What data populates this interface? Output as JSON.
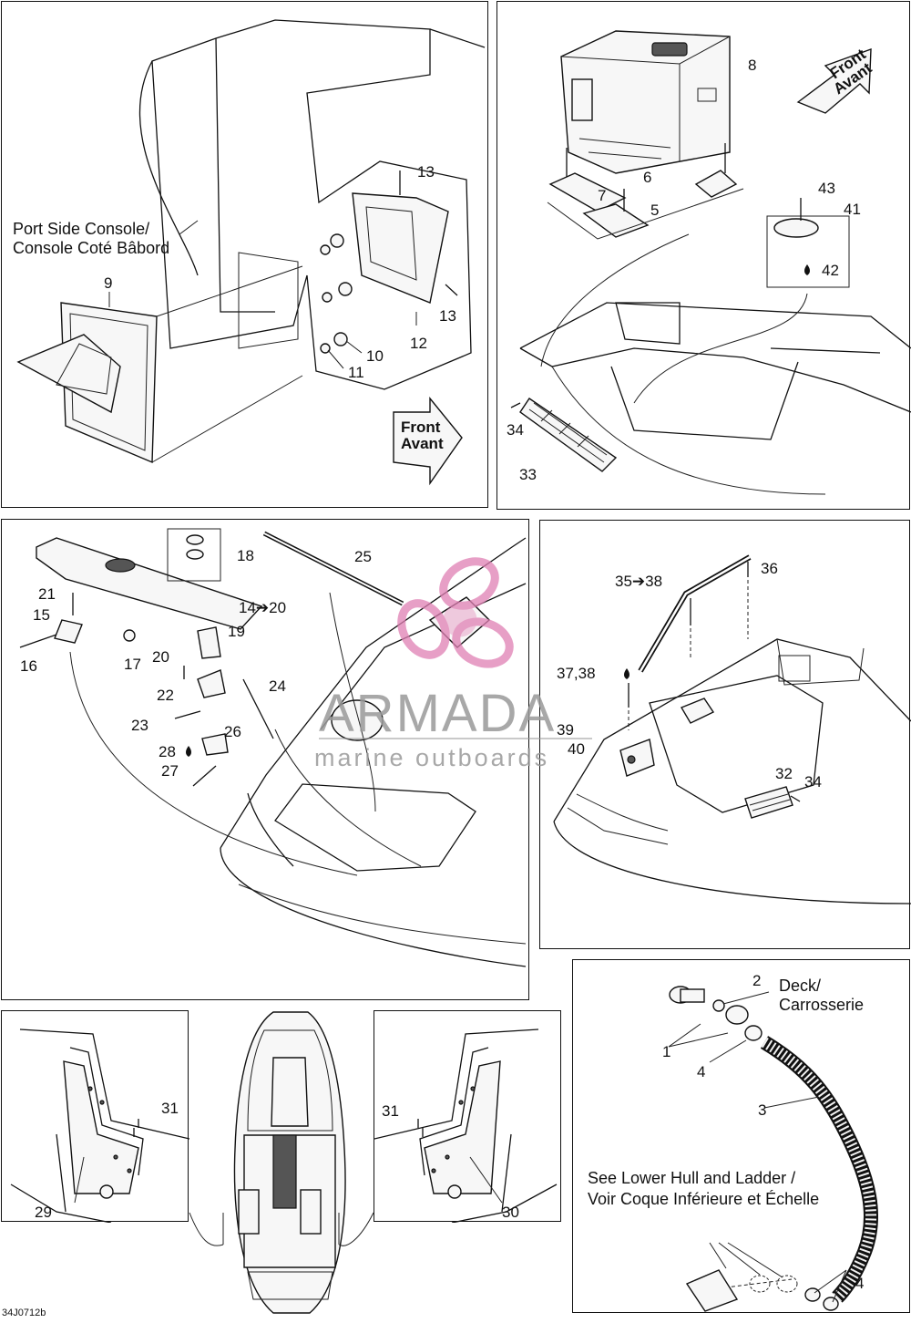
{
  "panels": {
    "port_console": {
      "caption": [
        "Port Side Console/",
        "Console Coté Bâbord"
      ],
      "front_arrow": [
        "Front",
        "Avant"
      ],
      "callouts": [
        "9",
        "13",
        "13",
        "12",
        "10",
        "11"
      ]
    },
    "cooler": {
      "front_arrow": [
        "Front",
        "Avant"
      ],
      "callouts": [
        "8",
        "6",
        "7",
        "5",
        "43",
        "41",
        "42",
        "34",
        "33"
      ]
    },
    "seat_deck": {
      "callouts": [
        "18",
        "25",
        "14➔20",
        "21",
        "15",
        "19",
        "16",
        "17",
        "20",
        "24",
        "22",
        "23",
        "26",
        "28",
        "27"
      ]
    },
    "rear_deck": {
      "callouts": [
        "35➔38",
        "36",
        "37,38",
        "39",
        "40",
        "32",
        "34"
      ]
    },
    "left_side": {
      "callouts": [
        "31",
        "29"
      ]
    },
    "right_side": {
      "callouts": [
        "31",
        "30"
      ]
    },
    "hose": {
      "caption_deck": [
        "Deck/",
        "Carrosserie"
      ],
      "caption_hull": [
        "See Lower Hull and Ladder /",
        "Voir Coque Inférieure et Échelle"
      ],
      "callouts": [
        "2",
        "1",
        "4",
        "3",
        "4"
      ]
    }
  },
  "watermark": {
    "title": "ARMADA",
    "subtitle": "marine outboards",
    "color": "#e07fb3"
  },
  "document_id": "34J0712b"
}
